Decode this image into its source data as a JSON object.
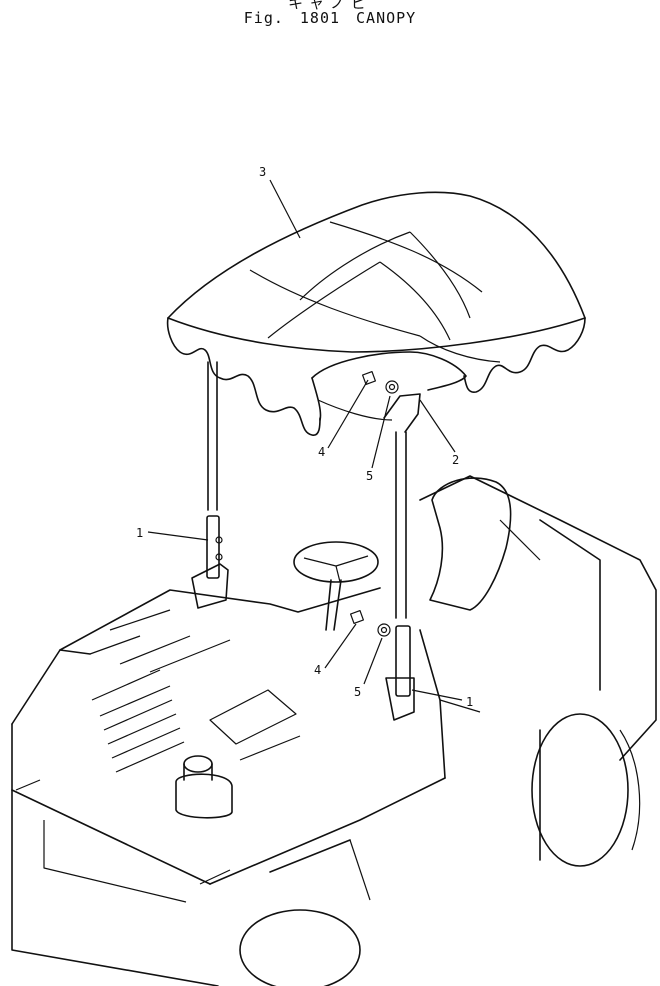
{
  "figure": {
    "title_jp": "キャノピ",
    "fig_label": "Fig.",
    "fig_number": "1801",
    "fig_title": "CANOPY"
  },
  "callouts": {
    "c3": "3",
    "c2": "2",
    "c4a": "4",
    "c5a": "5",
    "c1a": "1",
    "c4b": "4",
    "c5b": "5",
    "c1b": "1"
  }
}
